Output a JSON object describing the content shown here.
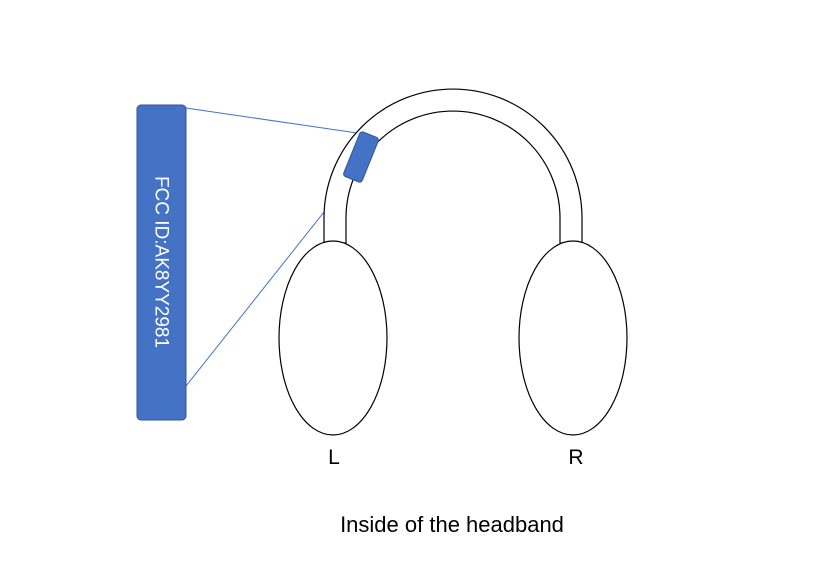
{
  "label": {
    "fcc_id": "FCC ID:AK8YY2981"
  },
  "earcups": {
    "left": "L",
    "right": "R"
  },
  "caption": "Inside of the headband",
  "colors": {
    "label_fill": "#4472C4",
    "label_stroke": "#2F5597",
    "label_text": "#ffffff",
    "outline": "#000000",
    "callout_line": "#4472C4"
  }
}
